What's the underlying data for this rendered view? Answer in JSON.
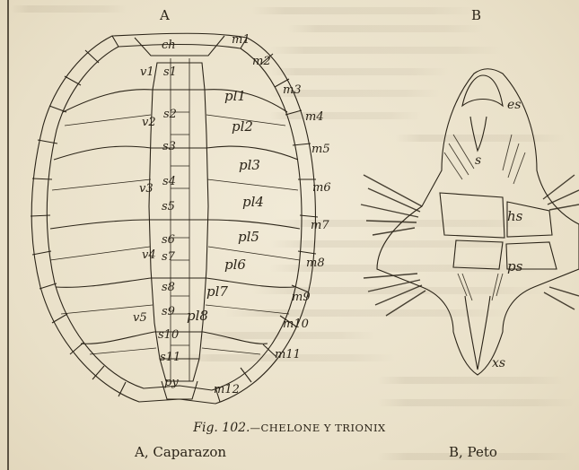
{
  "figure": {
    "header_a": "A",
    "header_b": "B",
    "caption_fig": "Fig. 102.",
    "caption_title": "—CHELONE Y TRIONIX",
    "sub_a": "A, Caparazon",
    "sub_b": "B, Peto"
  },
  "labels_a": {
    "ch": "ch",
    "m1": "m1",
    "m2": "m2",
    "m3": "m3",
    "m4": "m4",
    "m5": "m5",
    "m6": "m6",
    "m7": "m7",
    "m8": "m8",
    "m9": "m9",
    "m10": "m10",
    "m11": "m11",
    "m12": "m12",
    "v1": "v1",
    "v2": "v2",
    "v3": "v3",
    "v4": "v4",
    "v5": "v5",
    "s1": "s1",
    "s2": "s2",
    "s3": "s3",
    "s4": "s4",
    "s5": "s5",
    "s6": "s6",
    "s7": "s7",
    "s8": "s8",
    "s9": "s9",
    "s10": "s10",
    "s11": "s11",
    "pl1": "pl1",
    "pl2": "pl2",
    "pl3": "pl3",
    "pl4": "pl4",
    "pl5": "pl5",
    "pl6": "pl6",
    "pl7": "pl7",
    "pl8": "pl8",
    "py": "py"
  },
  "labels_b": {
    "es": "es",
    "s": "s",
    "hs": "hs",
    "ps": "ps",
    "xs": "xs"
  }
}
